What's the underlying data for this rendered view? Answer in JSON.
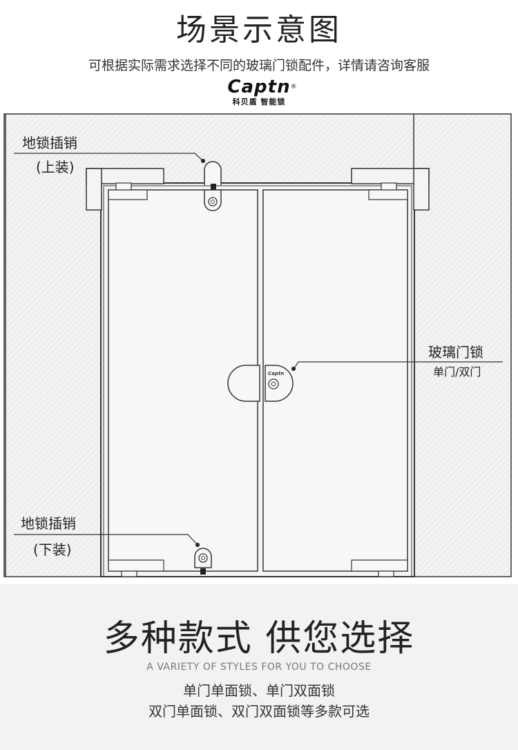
{
  "header": {
    "title": "场景示意图",
    "subtitle": "可根据实际需求选择不同的玻璃门锁配件，详情请咨询客服",
    "brand_logo": "Captn",
    "brand_reg": "®",
    "brand_sub": "科贝盾 智能锁"
  },
  "diagram": {
    "top_pin_label": "地锁插销",
    "top_pin_note": "(上装)",
    "bottom_pin_label": "地锁插销",
    "bottom_pin_note": "(下装)",
    "glass_lock_label": "玻璃门锁",
    "glass_lock_note": "单门/双门",
    "lock_logo": "Captn"
  },
  "footer": {
    "title": "多种款式 供您选择",
    "english": "A VARIETY OF STYLES FOR YOU TO CHOOSE",
    "line1": "单门单面锁、单门双面锁",
    "line2": "双门单面锁、双门双面锁等多款可选"
  }
}
